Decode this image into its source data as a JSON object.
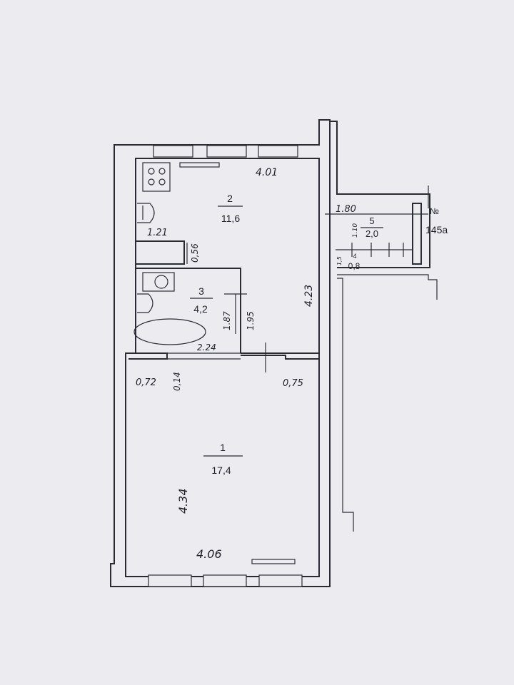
{
  "rooms": [
    {
      "number": "1",
      "area": "17,4"
    },
    {
      "number": "2",
      "area": "11,6"
    },
    {
      "number": "3",
      "area": "4,2"
    },
    {
      "number": "4",
      "area": "0,8"
    },
    {
      "number": "5",
      "area": "2,0"
    }
  ],
  "dimensions": {
    "kitchen_width": "4.01",
    "kitchen_length": "4.23",
    "room_width": "4.06",
    "room_length": "4.34",
    "bath_width": "2.24",
    "bath_length": "1.87",
    "bath_depth": "1.95",
    "bath_offset": "1.21",
    "niche_depth": "0,56",
    "door_left": "0,72",
    "door_right": "0,75",
    "wall_gap": "0,14",
    "storage_width": "1.80",
    "storage_length": "1.10",
    "storage_small": "1,5"
  },
  "apartment_label": {
    "sign": "№",
    "number": "145a"
  }
}
